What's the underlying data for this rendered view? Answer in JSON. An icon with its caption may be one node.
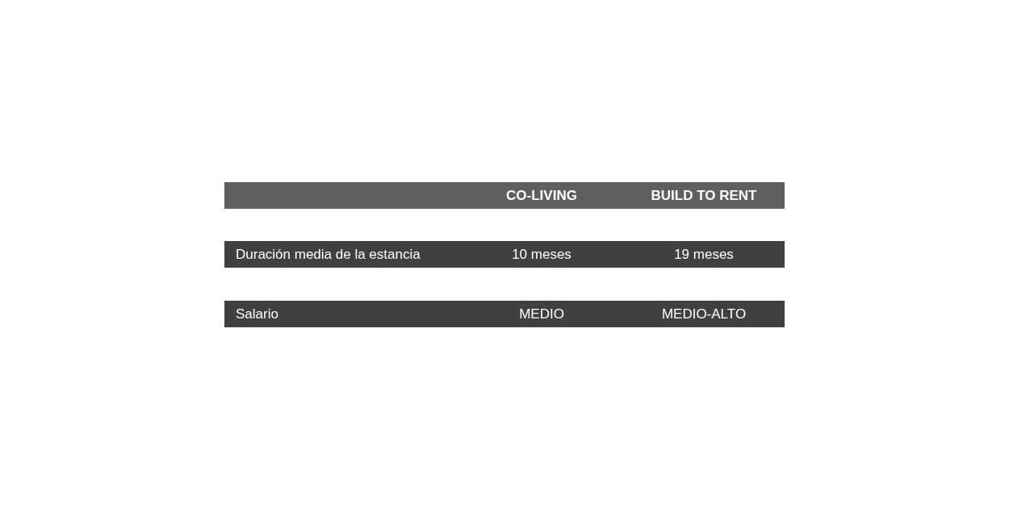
{
  "diagram": {
    "nodes": [
      {
        "text": [
          "CO-LIVING",
          "BUILD TO RENT"
        ]
      },
      {
        "text": [
          "Duración media de la estancia",
          "10 meses",
          "19 meses"
        ]
      },
      {
        "text": [
          "Salario",
          "MEDIO",
          "MEDIO-ALTO"
        ]
      }
    ]
  }
}
